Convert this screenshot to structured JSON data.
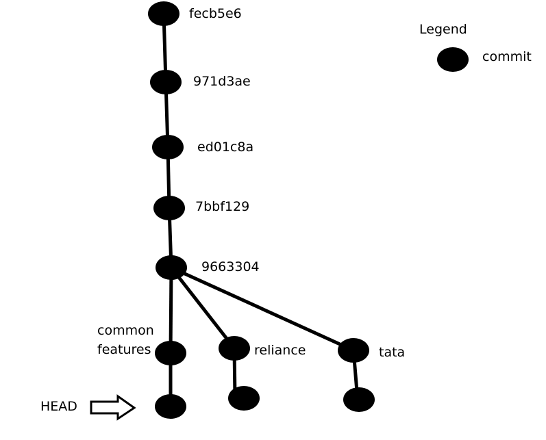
{
  "legend": {
    "title": "Legend",
    "item_label": "commit",
    "item_icon": "commit-node-icon"
  },
  "commits": [
    {
      "id": "fecb5e6",
      "label": "fecb5e6"
    },
    {
      "id": "971d3ae",
      "label": "971d3ae"
    },
    {
      "id": "ed01c8a",
      "label": "ed01c8a"
    },
    {
      "id": "7bbf129",
      "label": "7bbf129"
    },
    {
      "id": "9663304",
      "label": "9663304"
    },
    {
      "id": "common-features",
      "label_lines": [
        "common",
        "features"
      ]
    },
    {
      "id": "reliance",
      "label": "reliance"
    },
    {
      "id": "tata",
      "label": "tata"
    },
    {
      "id": "head-commit",
      "label": ""
    },
    {
      "id": "reliance-child",
      "label": ""
    },
    {
      "id": "tata-child",
      "label": ""
    }
  ],
  "head": {
    "label": "HEAD",
    "icon": "right-arrow-icon"
  },
  "colors": {
    "node": "#000000",
    "edge": "#000000",
    "background": "#ffffff"
  }
}
